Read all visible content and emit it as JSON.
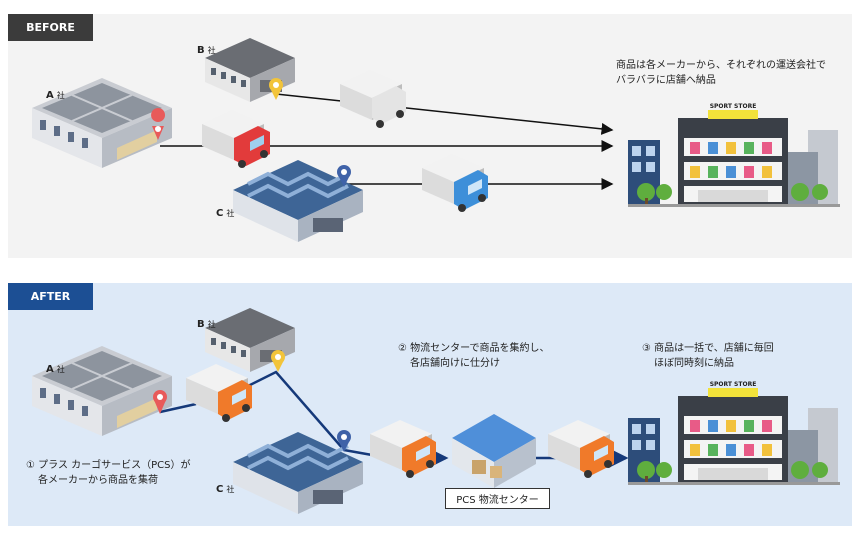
{
  "before": {
    "tag": "BEFORE",
    "company_a": "A",
    "company_b": "B",
    "company_c": "C",
    "company_suffix": "社",
    "note_line1": "商品は各メーカーから、それぞれの運送会社で",
    "note_line2": "バラバラに店舗へ納品",
    "store_sign": "SPORT STORE"
  },
  "after": {
    "tag": "AFTER",
    "company_a": "A",
    "company_b": "B",
    "company_c": "C",
    "company_suffix": "社",
    "step1_line1": "① プラス カーゴサービス（PCS）が",
    "step1_line2": "各メーカーから商品を集荷",
    "step2_line1": "② 物流センターで商品を集約し、",
    "step2_line2": "各店舗向けに仕分け",
    "step3_line1": "③ 商品は一括で、店舗に毎回",
    "step3_line2": "ほぼ同時刻に納品",
    "center_label": "PCS 物流センター",
    "store_sign": "SPORT STORE"
  },
  "colors": {
    "before_tag": "#3b3b3b",
    "after_tag": "#1c4f94",
    "before_bg": "#f3f3f3",
    "after_bg": "#dde9f7",
    "truck_red": "#e23b3b",
    "truck_blue": "#3d8fd9",
    "truck_orange": "#f07a2a",
    "route_navy": "#15397a"
  }
}
